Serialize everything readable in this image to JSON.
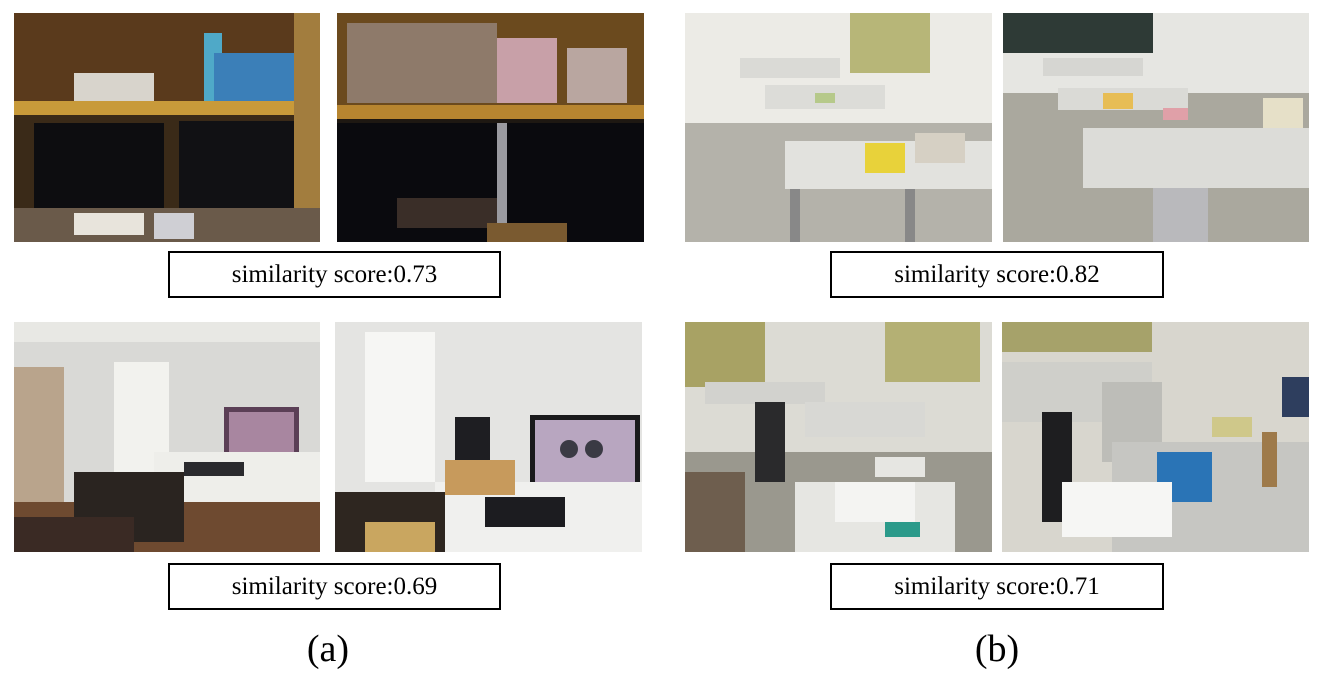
{
  "figure": {
    "panels": [
      {
        "id": "a",
        "label": "(a)",
        "pairs": [
          {
            "score_text": "similarity score:0.73",
            "left_scene": "blurry-office-shelf-monitors",
            "right_scene": "blurry-office-shelf-monitors-closeup"
          },
          {
            "score_text": "similarity score:0.69",
            "left_scene": "blurry-office-room-desk-monitor",
            "right_scene": "office-room-desk-monitor-door"
          }
        ]
      },
      {
        "id": "b",
        "label": "(b)",
        "pairs": [
          {
            "score_text": "similarity score:0.82",
            "left_scene": "classroom-desks-rows",
            "right_scene": "classroom-desks-rows-angled"
          },
          {
            "score_text": "similarity score:0.71",
            "left_scene": "classroom-cluttered-desks-chairs",
            "right_scene": "classroom-cluttered-desks-closeup"
          }
        ]
      }
    ]
  }
}
